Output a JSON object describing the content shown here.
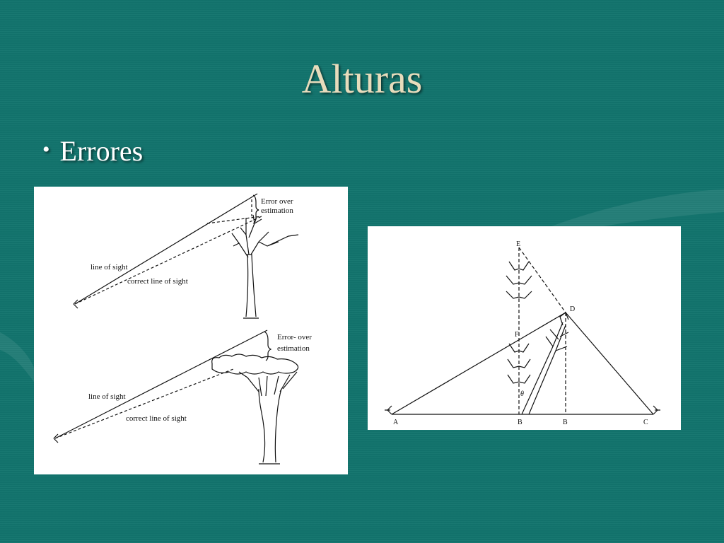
{
  "slide": {
    "title": "Alturas",
    "bullet": "Errores",
    "colors": {
      "background": "#13756e",
      "title": "#e8dcbc",
      "bullet": "#ffffff"
    }
  },
  "diagram_left": {
    "top": {
      "error_label_1": "Error   over",
      "error_label_2": "estimation",
      "line_of_sight": "line of sight",
      "correct_line": "correct line of sight"
    },
    "bottom": {
      "error_label_1": "Error-  over",
      "error_label_2": "estimation",
      "line_of_sight": "line of sight",
      "correct_line": "correct line of sight"
    }
  },
  "diagram_right": {
    "points": {
      "E": "E",
      "D": "D",
      "F": "F",
      "A": "A",
      "B1": "B",
      "B2": "B",
      "C": "C"
    },
    "angle": "θ"
  }
}
